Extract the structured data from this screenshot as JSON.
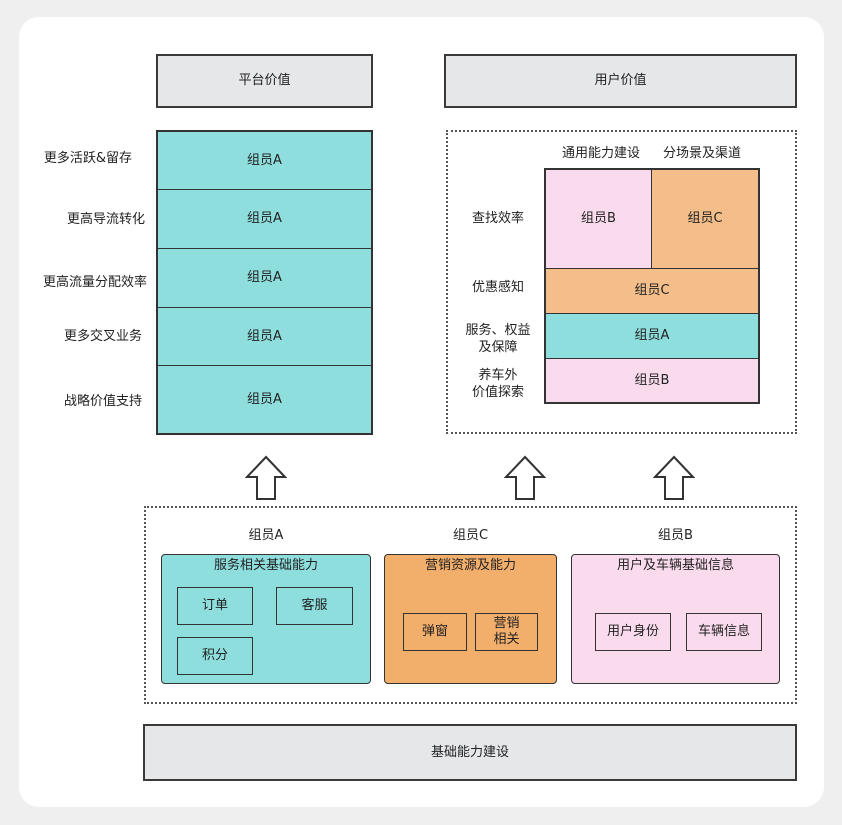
{
  "platform_value": {
    "title": "平台价值",
    "rows": [
      {
        "label": "更多活跃&留存",
        "owner": "组员A"
      },
      {
        "label": "更高导流转化",
        "owner": "组员A"
      },
      {
        "label": "更高流量分配效率",
        "owner": "组员A"
      },
      {
        "label": "更多交叉业务",
        "owner": "组员A"
      },
      {
        "label": "战略价值支持",
        "owner": "组员A"
      }
    ]
  },
  "user_value": {
    "title": "用户价值",
    "col_headers": [
      "通用能力建设",
      "分场景及渠道"
    ],
    "rows": [
      {
        "label": "查找效率",
        "cells": [
          "组员B",
          "组员C"
        ]
      },
      {
        "label": "优惠感知",
        "cells": [
          "组员C"
        ]
      },
      {
        "label_lines": [
          "服务、权益",
          "及保障"
        ],
        "cells": [
          "组员A"
        ]
      },
      {
        "label_lines": [
          "养车外",
          "价值探索"
        ],
        "cells": [
          "组员B"
        ]
      }
    ]
  },
  "capabilities": [
    {
      "owner": "组员A",
      "title": "服务相关基础能力",
      "items": [
        "订单",
        "客服",
        "积分"
      ]
    },
    {
      "owner": "组员C",
      "title": "营销资源及能力",
      "items": [
        "弹窗",
        "营销\n相关"
      ]
    },
    {
      "owner": "组员B",
      "title": "用户及车辆基础信息",
      "items": [
        "用户身份",
        "车辆信息"
      ]
    }
  ],
  "foundation": {
    "title": "基础能力建设"
  },
  "colors": {
    "teal": "#8fdede",
    "orange": "#f2ae6b",
    "orange_light": "#f3be8a",
    "pink": "#fadbee",
    "header_gray": "#e6e7e9"
  }
}
